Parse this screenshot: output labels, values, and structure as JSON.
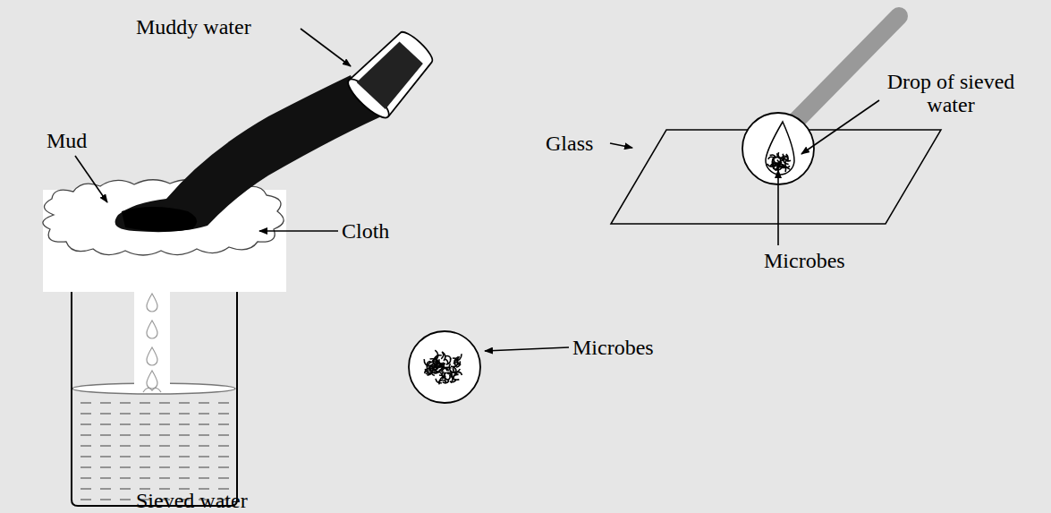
{
  "diagram": {
    "labels": [
      "Muddy water",
      "Mud",
      "Cloth",
      "Glass",
      "Drop of sieved water",
      "Microbes",
      "Microbes",
      "Sieved water"
    ]
  }
}
